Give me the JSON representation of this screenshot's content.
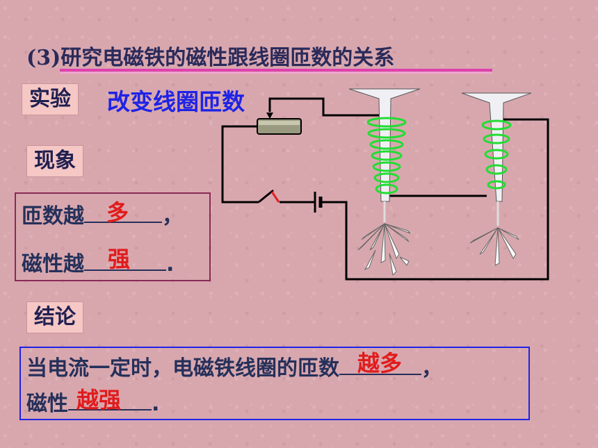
{
  "title": "(3)研究电磁铁的磁性跟线圈匝数的关系",
  "experiment": {
    "label": "实验",
    "text": "改变线圈匝数"
  },
  "phenomenon": {
    "label": "现象",
    "line1_prefix": "匝数越",
    "line1_answer": "多",
    "line1_suffix": "，",
    "line2_prefix": "磁性越",
    "line2_answer": "强",
    "line2_suffix": "."
  },
  "conclusion": {
    "label": "结论",
    "line1_prefix": "当电流一定时，电磁铁线圈的匝数",
    "line1_answer": "越多",
    "line1_suffix": "，",
    "line2_prefix": "磁性",
    "line2_answer": "越强",
    "line2_suffix": "."
  },
  "colors": {
    "background": "#d8a7ae",
    "title_underline": "#e040b0",
    "answer_red": "#e11b1b",
    "experiment_blue": "#1e23e6",
    "coil_green": "#22dd33",
    "wire": "#000000"
  }
}
